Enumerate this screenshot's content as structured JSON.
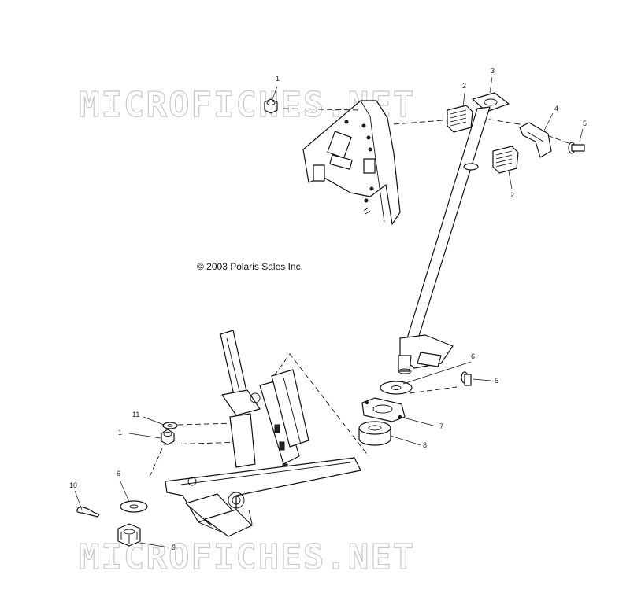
{
  "copyright": "© 2003 Polaris Sales Inc.",
  "watermark": "MICROFICHES.NET",
  "callouts": {
    "c1_top": "1",
    "c2_upper": "2",
    "c3": "3",
    "c4": "4",
    "c5_top": "5",
    "c2_lower": "2",
    "c6_right": "6",
    "c5_right": "5",
    "c7": "7",
    "c8": "8",
    "c11": "11",
    "c1_left": "1",
    "c6_left": "6",
    "c10": "10",
    "c9": "9"
  }
}
